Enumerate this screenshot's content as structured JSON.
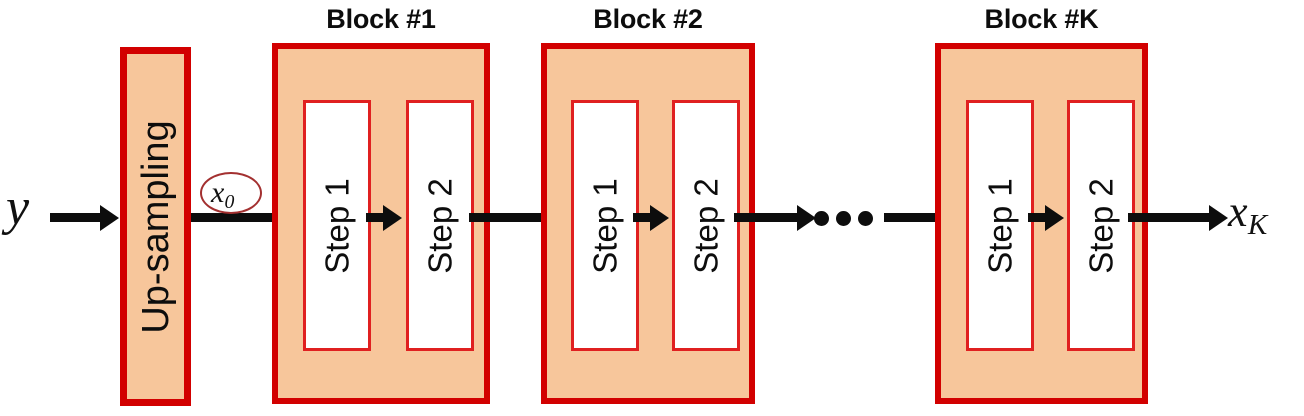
{
  "figure": {
    "input_label": "y",
    "output_label_base": "x",
    "output_label_sub": "K",
    "intermediate_label_base": "x",
    "intermediate_label_sub": "0",
    "upsampling_label": "Up-sampling",
    "ellipsis": "• • •"
  },
  "colors": {
    "block_fill": "#F7C69B",
    "block_border": "#D20000",
    "step_fill": "#FFFFFF",
    "step_border": "#E02020",
    "annotation_ellipse": "#A33030",
    "arrow": "#0D0D0D",
    "text": "#0D0D0D",
    "background": "#FFFFFF"
  },
  "blocks": [
    {
      "title": "Block #1",
      "steps": [
        {
          "label": "Step 1"
        },
        {
          "label": "Step 2"
        }
      ]
    },
    {
      "title": "Block #2",
      "steps": [
        {
          "label": "Step 1"
        },
        {
          "label": "Step 2"
        }
      ]
    },
    {
      "title": "Block #K",
      "steps": [
        {
          "label": "Step 1"
        },
        {
          "label": "Step 2"
        }
      ]
    }
  ]
}
